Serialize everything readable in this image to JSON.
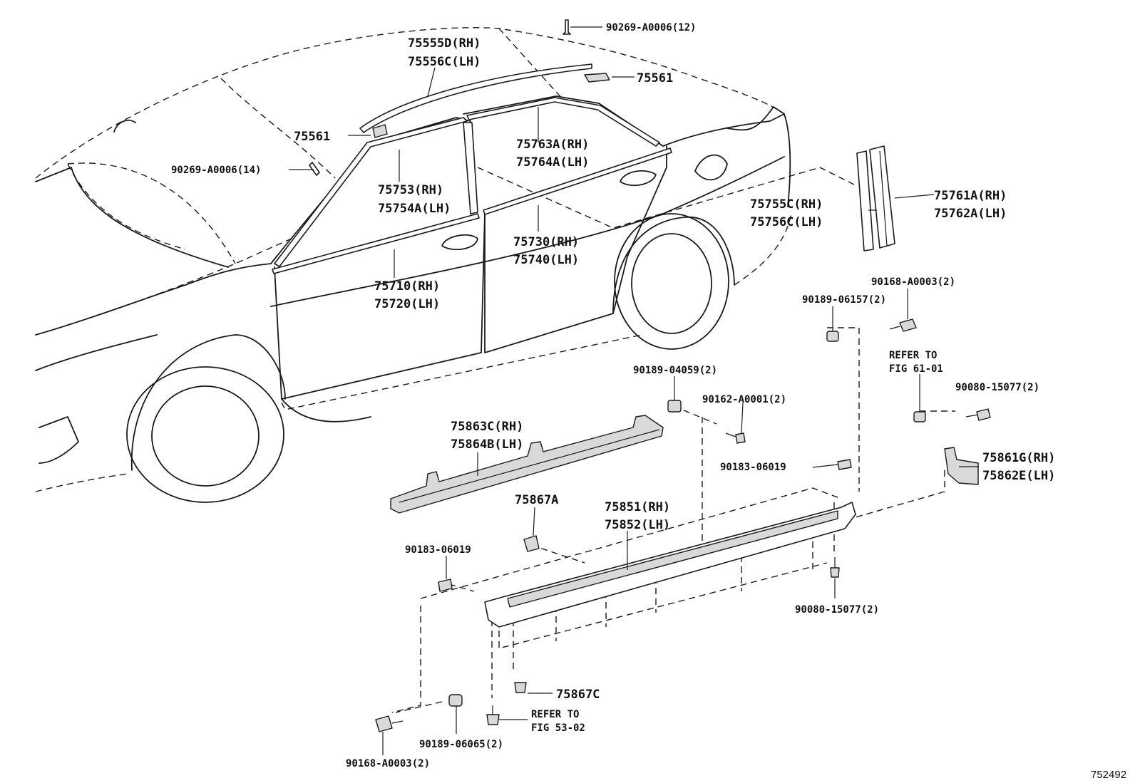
{
  "diagram_id": "752492",
  "callouts": {
    "c_90269_top": "90269-A0006(12)",
    "c_75555": "75555D(RH)",
    "c_75556": "75556C(LH)",
    "c_75561_top": "75561",
    "c_75561_left": "75561",
    "c_90269_left": "90269-A0006(14)",
    "c_75763": "75763A(RH)",
    "c_75764": "75764A(LH)",
    "c_75753": "75753(RH)",
    "c_75754": "75754A(LH)",
    "c_75730": "75730(RH)",
    "c_75740": "75740(LH)",
    "c_75710": "75710(RH)",
    "c_75720": "75720(LH)",
    "c_75755": "75755C(RH)",
    "c_75756": "75756C(LH)",
    "c_75761": "75761A(RH)",
    "c_75762": "75762A(LH)",
    "c_90168_top": "90168-A0003(2)",
    "c_90189_06157": "90189-06157(2)",
    "c_refer_61_a": "REFER TO",
    "c_refer_61_b": "FIG 61-01",
    "c_90080_top": "90080-15077(2)",
    "c_90189_04059": "90189-04059(2)",
    "c_90162": "90162-A0001(2)",
    "c_75863": "75863C(RH)",
    "c_75864": "75864B(LH)",
    "c_90183_right": "90183-06019",
    "c_75861": "75861G(RH)",
    "c_75862": "75862E(LH)",
    "c_75867A": "75867A",
    "c_75851": "75851(RH)",
    "c_75852": "75852(LH)",
    "c_90183_left": "90183-06019",
    "c_90080_bottom": "90080-15077(2)",
    "c_75867C": "75867C",
    "c_refer_53_a": "REFER TO",
    "c_refer_53_b": "FIG 53-02",
    "c_90189_06065": "90189-06065(2)",
    "c_90168_bottom": "90168-A0003(2)"
  }
}
